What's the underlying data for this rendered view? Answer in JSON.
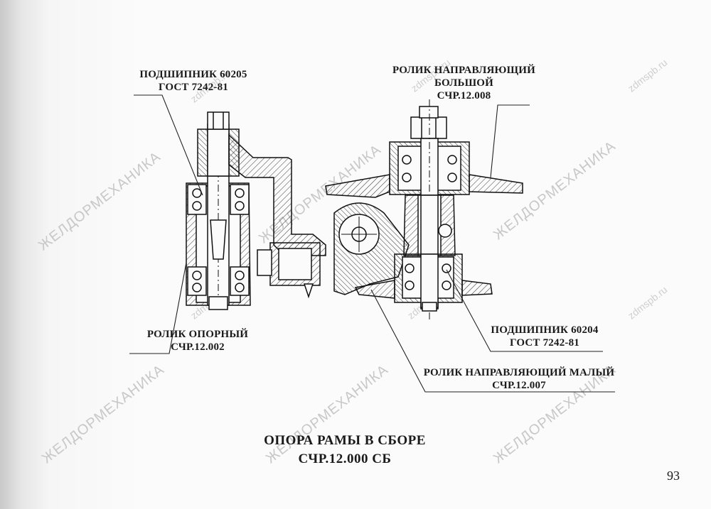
{
  "labels": {
    "bearing_top": {
      "line1": "ПОДШИПНИК 60205",
      "line2": "ГОСТ 7242-81"
    },
    "guide_roller_large": {
      "line1": "РОЛИК НАПРАВЛЯЮЩИЙ",
      "line2": "БОЛЬШОЙ",
      "line3": "СЧР.12.008"
    },
    "support_roller": {
      "line1": "РОЛИК ОПОРНЫЙ",
      "line2": "СЧР.12.002"
    },
    "bearing_bottom": {
      "line1": "ПОДШИПНИК 60204",
      "line2": "ГОСТ 7242-81"
    },
    "guide_roller_small": {
      "line1": "РОЛИК НАПРАВЛЯЮЩИЙ МАЛЫЙ",
      "line2": "СЧР.12.007"
    }
  },
  "title": {
    "line1": "ОПОРА РАМЫ В СБОРЕ",
    "line2": "СЧР.12.000 СБ"
  },
  "page_number": "93",
  "watermarks": {
    "brand": "ЖЕЛДОРМЕХАНИКА",
    "site": "zdmspb.ru"
  }
}
